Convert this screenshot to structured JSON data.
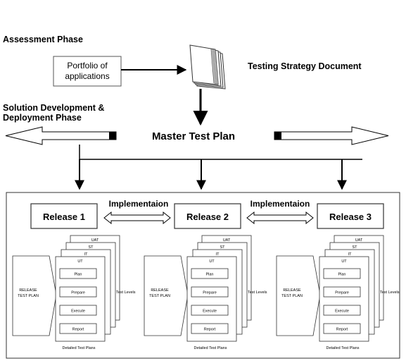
{
  "phases": {
    "assessment": "Assessment Phase",
    "solution_line1": "Solution Development &",
    "solution_line2": "Deployment Phase"
  },
  "portfolio": {
    "line1": "Portfolio of",
    "line2": "applications"
  },
  "testing_strategy": "Testing Strategy Document",
  "master_test_plan": "Master Test Plan",
  "implementation_label": "Implementaion",
  "releases": [
    {
      "label": "Release 1"
    },
    {
      "label": "Release 2"
    },
    {
      "label": "Release 3"
    }
  ],
  "stack_layers": [
    "UAT",
    "ST",
    "IT",
    "UT"
  ],
  "stack_steps": [
    "Plan",
    "Prepare",
    "Execute",
    "Report"
  ],
  "release_test_plan": {
    "line1": "RELEASE",
    "line2": "TEST PLAN"
  },
  "test_levels": "Test Levels",
  "detailed_test_plans": "Detailed Test Plans"
}
